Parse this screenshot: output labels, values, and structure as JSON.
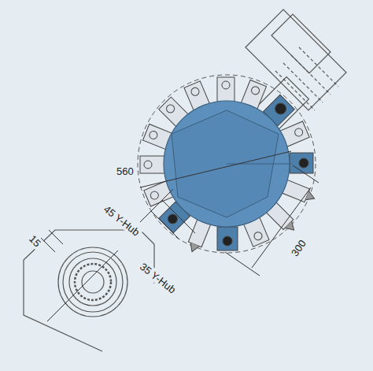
{
  "diagram": {
    "labels": [
      "560",
      "45 Y-Hub",
      "35 Y-Hub",
      "15",
      "300"
    ]
  }
}
